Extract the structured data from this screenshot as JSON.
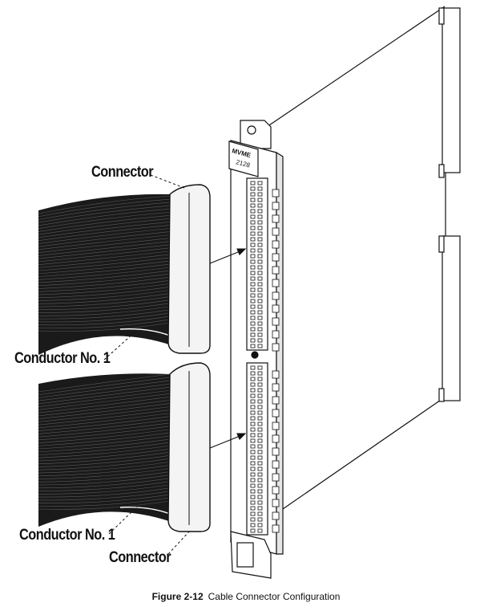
{
  "labels": {
    "connector_top": "Connector",
    "conductor_top": "Conductor No. 1",
    "conductor_bottom": "Conductor No. 1",
    "connector_bottom": "Connector"
  },
  "board": {
    "faceplate_text_1": "MVME",
    "faceplate_text_2": "2128"
  },
  "caption": {
    "number": "Figure 2-12",
    "title": "Cable Connector Configuration"
  },
  "colors": {
    "line": "#111111",
    "cable": "#1a1a1a",
    "connector_fill": "#f4f4f4"
  }
}
